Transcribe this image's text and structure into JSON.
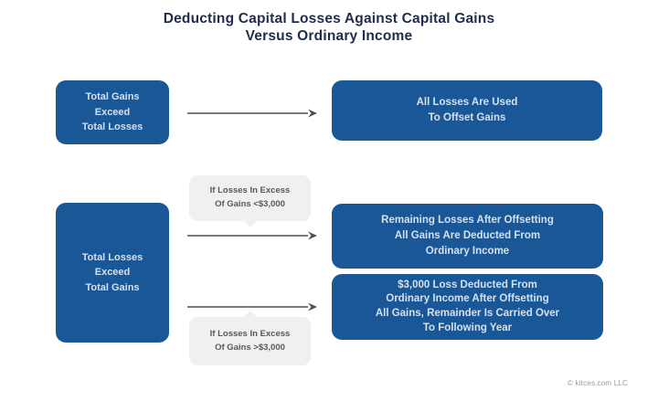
{
  "header": {
    "title": "Deducting Capital Losses Against Capital Gains\nVersus Ordinary Income"
  },
  "flow": {
    "scenario1": {
      "condition": "Total Gains\nExceed\nTotal Losses",
      "outcome": "All Losses Are Used\nTo Offset Gains"
    },
    "scenario2": {
      "condition": "Total Losses\nExceed\nTotal Gains",
      "branch_under_3000": {
        "label": "If Losses In Excess\nOf Gains <$3,000",
        "outcome": "Remaining Losses After Offsetting\nAll Gains Are Deducted From\nOrdinary Income"
      },
      "branch_over_3000": {
        "label": "If Losses In Excess\nOf Gains >$3,000",
        "outcome": "$3,000 Loss Deducted From\nOrdinary Income After Offsetting\nAll Gains, Remainder Is Carried Over\nTo Following Year"
      }
    }
  },
  "footer": {
    "credit": "© kitces.com LLC"
  },
  "colors": {
    "box_blue": "#1a5796",
    "box_text": "#d2e1f2",
    "title_text": "#1f2c4c",
    "callout_bg": "#f0f0f2",
    "callout_text": "#58595b",
    "arrow": "#4d4d4d",
    "footer_text": "#97999c",
    "background": "#ffffff"
  }
}
